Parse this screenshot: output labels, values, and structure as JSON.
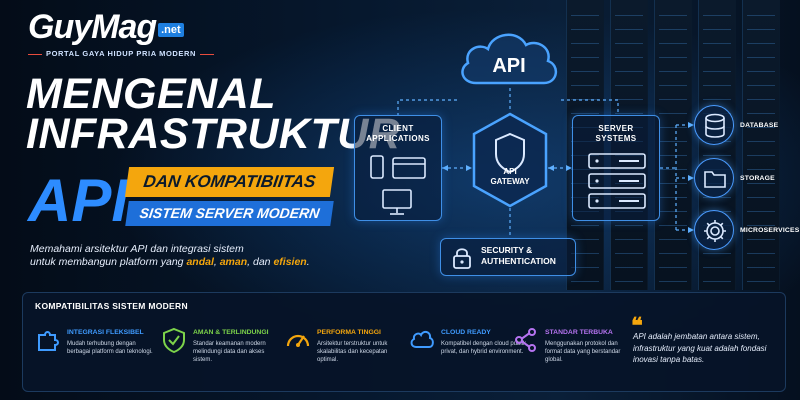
{
  "brand": {
    "name": "GuyMag",
    "tld": ".net",
    "tagline": "PORTAL GAYA HIDUP PRIA MODERN"
  },
  "headline": {
    "line1": "MENGENAL",
    "line2": "INFRASTRUKTUR",
    "api": "API",
    "ribbon1": "DAN KOMPATIBIITAS",
    "ribbon2": "SISTEM SERVER MODERN"
  },
  "description": {
    "part1": "Memahami arsitektur API dan integrasi sistem",
    "part2": "untuk membangun platform yang",
    "hl1": "andal",
    "sep1": ",",
    "hl2": "aman",
    "sep2": ", dan",
    "hl3": "efisien",
    "end": "."
  },
  "diagram": {
    "cloud_label": "API",
    "client": {
      "line1": "CLIENT",
      "line2": "APPLICATIONS"
    },
    "gateway": {
      "line1": "API",
      "line2": "GATEWAY"
    },
    "server": {
      "line1": "SERVER",
      "line2": "SYSTEMS"
    },
    "security": {
      "line1": "SECURITY &",
      "line2": "AUTHENTICATION"
    },
    "side": [
      {
        "label": "DATABASE",
        "icon": "database-icon"
      },
      {
        "label": "STORAGE",
        "icon": "folder-icon"
      },
      {
        "label": "MICROSERVICES",
        "icon": "gear-icon"
      }
    ]
  },
  "panel": {
    "title": "KOMPATIBILITAS SISTEM MODERN",
    "features": [
      {
        "title": "INTEGRASI FLEKSIBEL",
        "desc": "Mudah terhubung dengan berbagai platform dan teknologi.",
        "color": "#3f9bff",
        "icon": "puzzle-icon"
      },
      {
        "title": "AMAN & TERLINDUNGI",
        "desc": "Standar keamanan modern melindungi data dan akses sistem.",
        "color": "#7cd34a",
        "icon": "shield-check-icon"
      },
      {
        "title": "PERFORMA TINGGI",
        "desc": "Arsitektur terstruktur untuk skalabilitas dan kecepatan optimal.",
        "color": "#f4a60d",
        "icon": "speedometer-icon"
      },
      {
        "title": "CLOUD READY",
        "desc": "Kompatibel dengan cloud publik, privat, dan hybrid environment.",
        "color": "#3f9bff",
        "icon": "cloud-icon"
      },
      {
        "title": "STANDAR TERBUKA",
        "desc": "Menggunakan protokol dan format data yang berstandar global.",
        "color": "#b573f0",
        "icon": "share-nodes-icon"
      }
    ],
    "quote": "API adalah jembatan antara sistem, infrastruktur yang kuat adalah fondasi inovasi tanpa batas."
  },
  "colors": {
    "accent_blue": "#2d8cff",
    "accent_orange": "#f4a60d",
    "background": "#04101f"
  }
}
